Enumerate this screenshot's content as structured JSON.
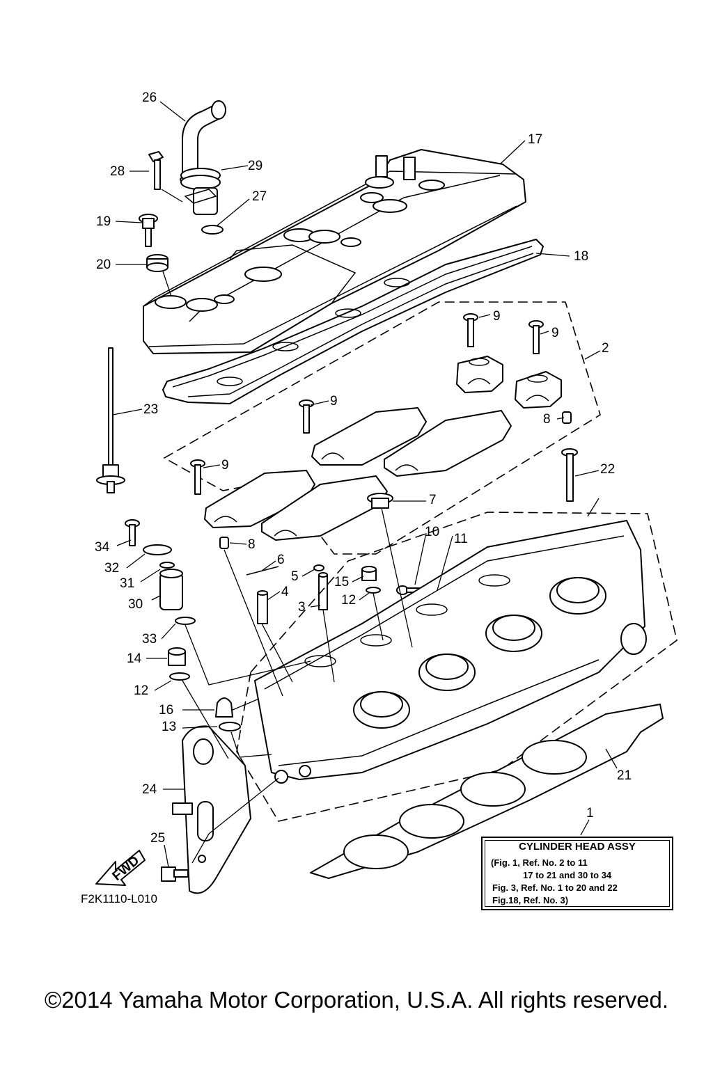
{
  "callouts": [
    "26",
    "17",
    "28",
    "29",
    "27",
    "19",
    "18",
    "20",
    "9",
    "9",
    "2",
    "23",
    "9",
    "8",
    "9",
    "22",
    "7",
    "10",
    "11",
    "34",
    "8",
    "6",
    "32",
    "5",
    "15",
    "31",
    "4",
    "12",
    "30",
    "3",
    "33",
    "14",
    "12",
    "16",
    "13",
    "21",
    "24",
    "1",
    "25"
  ],
  "legend": {
    "title": "CYLINDER HEAD ASSY",
    "lines": [
      "(Fig. 1, Ref. No. 2 to 11",
      "17 to 21 and 30 to 34",
      "Fig. 3, Ref. No. 1 to 20 and 22",
      "Fig.18, Ref. No. 3)"
    ]
  },
  "fwd_label": "FWD",
  "reference_code": "F2K1110-L010",
  "copyright": "©2014 Yamaha Motor Corporation, U.S.A. All rights reserved."
}
